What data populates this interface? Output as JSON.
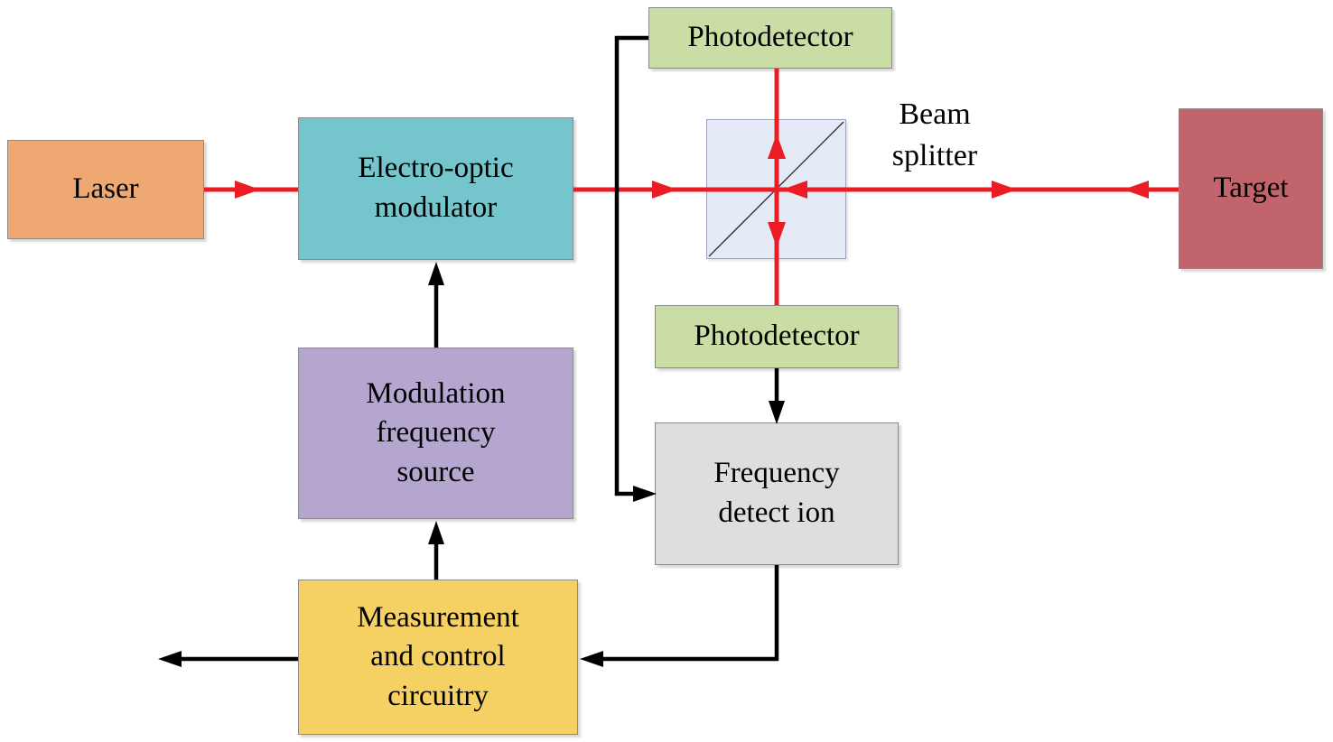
{
  "diagram": {
    "nodes": {
      "laser": {
        "label": "Laser"
      },
      "electro_optic_modulator": {
        "label": "Electro-optic\nmodulator"
      },
      "photodetector_top": {
        "label": "Photodetector"
      },
      "beam_splitter": {
        "label": "Beam\nsplitter"
      },
      "target": {
        "label": "Target"
      },
      "photodetector_bottom": {
        "label": "Photodetector"
      },
      "modulation_frequency_source": {
        "label": "Modulation\nfrequency\nsource"
      },
      "frequency_detection": {
        "label": "Frequency\ndetect ion"
      },
      "measurement_control": {
        "label": "Measurement\nand control\ncircuitry"
      }
    },
    "colors": {
      "laser_fill": "#F0A873",
      "modulator_fill": "#74C6CC",
      "photodetector_fill": "#C9DDA4",
      "beam_splitter_fill": "#E4EAF6",
      "target_fill": "#C2646C",
      "modulation_source_fill": "#B4A6CF",
      "frequency_detection_fill": "#DEDEDE",
      "measurement_fill": "#F5D164",
      "optical_beam_color": "#EC1C24",
      "signal_line_color": "#000000"
    }
  }
}
